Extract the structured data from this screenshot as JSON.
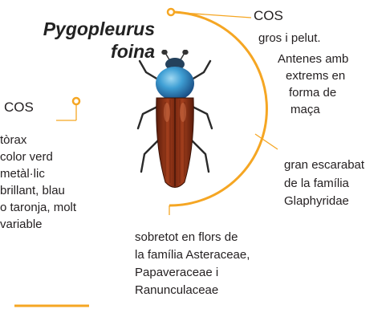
{
  "title": "Pygopleurus foina",
  "labels": {
    "cos_right": "COS",
    "cos_right_desc": [
      "gros i pelut.",
      "Antenes amb",
      "extrems en",
      "forma de",
      "maça"
    ],
    "family": [
      "gran escarabat",
      "de la família",
      "Glaphyridae"
    ],
    "cos_left": "COS",
    "cos_left_desc": [
      "tòrax",
      "color verd",
      "metàl·lic",
      "brillant, blau",
      "o taronja, molt",
      "variable"
    ],
    "flowers": [
      "sobretot en flors de",
      "la família Asteraceae,",
      "Papaveraceae i",
      "Ranunculaceae"
    ]
  },
  "colors": {
    "accent": "#f5a623",
    "text": "#231f20",
    "pronotum": "#3f9fd4",
    "elytra": "#8c2f14"
  }
}
